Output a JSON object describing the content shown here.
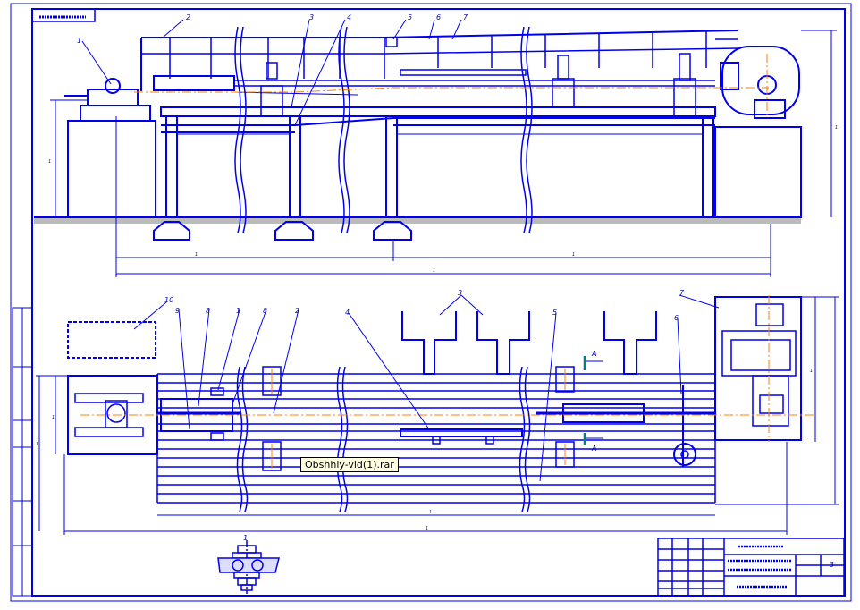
{
  "tooltip": {
    "text": "Obshhiy-vid(1).rar"
  },
  "colors": {
    "line": "#0000ee",
    "axis": "#ff7f00",
    "ground": "#999999",
    "section_arrow": "#008080",
    "paper": "#ffffff"
  },
  "top_view_labels": {
    "t1": "1",
    "t2": "2",
    "t3": "3",
    "t4": "4",
    "t5": "5",
    "t6": "6",
    "t7": "7"
  },
  "plan_view_labels": {
    "p1": "1",
    "p2": "2",
    "p3": "3",
    "p4": "4",
    "p5": "5",
    "p6": "6",
    "p7": "7",
    "p8": "8",
    "p8b": "8",
    "p9": "9",
    "p10": "10"
  },
  "section_marks": {
    "a_top": "A",
    "a_bottom": "A"
  },
  "dimension_labels": {
    "h1": "1",
    "w1": "1",
    "w2": "1",
    "w3": "1",
    "w4": "1",
    "w5": "1",
    "w6": "1",
    "plan_h1": "1",
    "plan_h2": "1",
    "plan_h3": "1"
  },
  "title_block": {
    "sheet": "3"
  },
  "detail": {
    "label": "1"
  }
}
